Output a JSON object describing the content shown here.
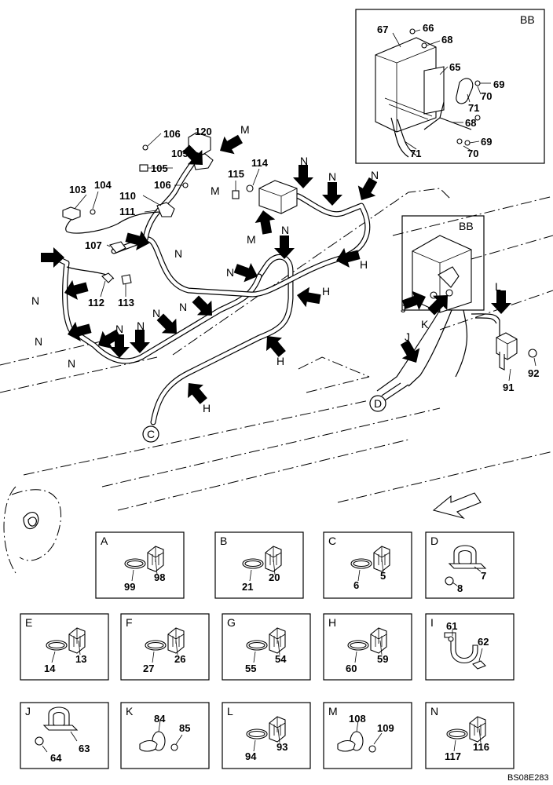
{
  "drawing_id": "BS08E283",
  "detail_bb": {
    "title": "BB",
    "callouts": [
      "67",
      "66",
      "68",
      "65",
      "69",
      "70",
      "71",
      "68",
      "69",
      "70",
      "71"
    ]
  },
  "main_callouts": [
    "106",
    "120",
    "105",
    "105",
    "106",
    "103",
    "104",
    "110",
    "111",
    "107",
    "112",
    "113",
    "115",
    "114",
    "91",
    "92"
  ],
  "pointer_letters": [
    "M",
    "M",
    "M",
    "N",
    "N",
    "N",
    "N",
    "N",
    "N",
    "N",
    "N",
    "N",
    "N",
    "N",
    "N",
    "N",
    "N",
    "H",
    "H",
    "H",
    "H",
    "J",
    "J",
    "K",
    "L",
    "BB"
  ],
  "end_markers": [
    "C",
    "D"
  ],
  "legend": [
    {
      "letter": "A",
      "parts": [
        "99",
        "98"
      ]
    },
    {
      "letter": "B",
      "parts": [
        "21",
        "20"
      ]
    },
    {
      "letter": "C",
      "parts": [
        "6",
        "5"
      ]
    },
    {
      "letter": "D",
      "parts": [
        "7",
        "8"
      ]
    },
    {
      "letter": "E",
      "parts": [
        "14",
        "13"
      ]
    },
    {
      "letter": "F",
      "parts": [
        "27",
        "26"
      ]
    },
    {
      "letter": "G",
      "parts": [
        "55",
        "54"
      ]
    },
    {
      "letter": "H",
      "parts": [
        "60",
        "59"
      ]
    },
    {
      "letter": "I",
      "parts": [
        "61",
        "62"
      ]
    },
    {
      "letter": "J",
      "parts": [
        "63",
        "64"
      ]
    },
    {
      "letter": "K",
      "parts": [
        "84",
        "85"
      ]
    },
    {
      "letter": "L",
      "parts": [
        "94",
        "93"
      ]
    },
    {
      "letter": "M",
      "parts": [
        "108",
        "109"
      ]
    },
    {
      "letter": "N",
      "parts": [
        "117",
        "116"
      ]
    }
  ],
  "colors": {
    "ink": "#000000",
    "paper": "#ffffff"
  }
}
